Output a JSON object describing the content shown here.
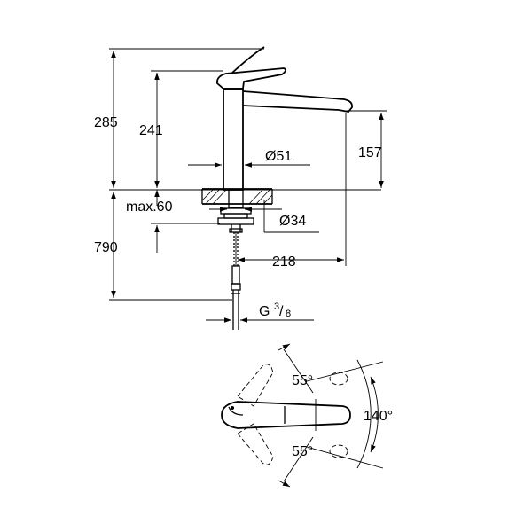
{
  "dimensions": {
    "total_height": "285",
    "spout_height": "241",
    "outlet_height": "157",
    "body_diameter": "Ø51",
    "mounting_hole": "Ø34",
    "max_deck": "max.60",
    "hose_length": "790",
    "spout_reach": "218",
    "connection_main": "G",
    "connection_num": "3",
    "connection_den": "8"
  },
  "angles": {
    "upper": "55°",
    "lower": "55°",
    "total": "140°"
  }
}
